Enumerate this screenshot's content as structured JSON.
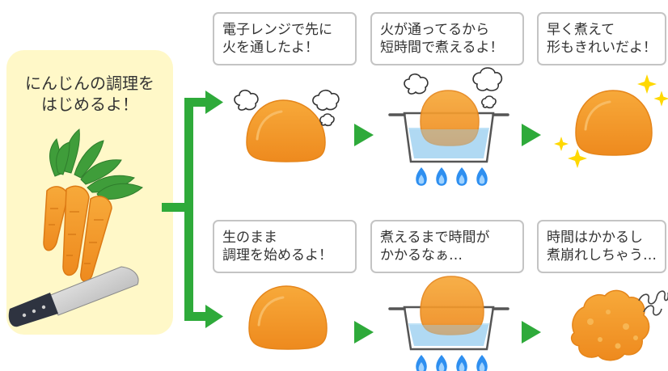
{
  "title": {
    "line1": "にんじんの調理を",
    "line2": "はじめるよ！"
  },
  "top_row": {
    "steps": [
      {
        "line1": "電子レンジで先に",
        "line2": "火を通したよ！"
      },
      {
        "line1": "火が通ってるから",
        "line2": "短時間で煮えるよ！"
      },
      {
        "line1": "早く煮えて",
        "line2": "形もきれいだよ！"
      }
    ]
  },
  "bottom_row": {
    "steps": [
      {
        "line1": "生のまま",
        "line2": "調理を始めるよ！"
      },
      {
        "line1": "煮えるまで時間が",
        "line2": "かかるなぁ…"
      },
      {
        "line1": "時間はかかるし",
        "line2": "煮崩れしちゃう…"
      }
    ]
  },
  "colors": {
    "panel": "#fff8c8",
    "arrow_green": "#2eaa3a",
    "carrot_orange": "#f39a2b",
    "flame_blue": "#2e8ff0",
    "water_blue": "#bfe2f7",
    "sparkle_yellow": "#ffd800"
  }
}
